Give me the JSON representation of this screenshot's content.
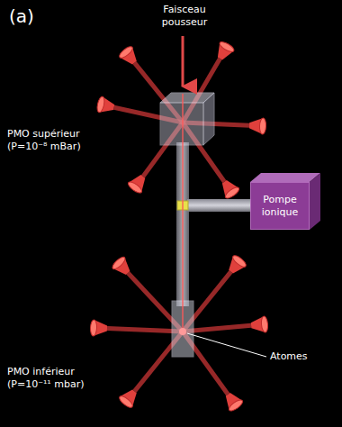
{
  "diagram": {
    "nodes": [
      {
        "text": [
          "Pompe ionique"
        ]
      }
    ],
    "labels": [
      "(a)",
      "Faisceau pousseur",
      "PMO supérieur (P=10⁻⁸ mBar)",
      "PMO inférieur (P=10⁻¹¹ mbar)",
      "Atomes"
    ]
  }
}
